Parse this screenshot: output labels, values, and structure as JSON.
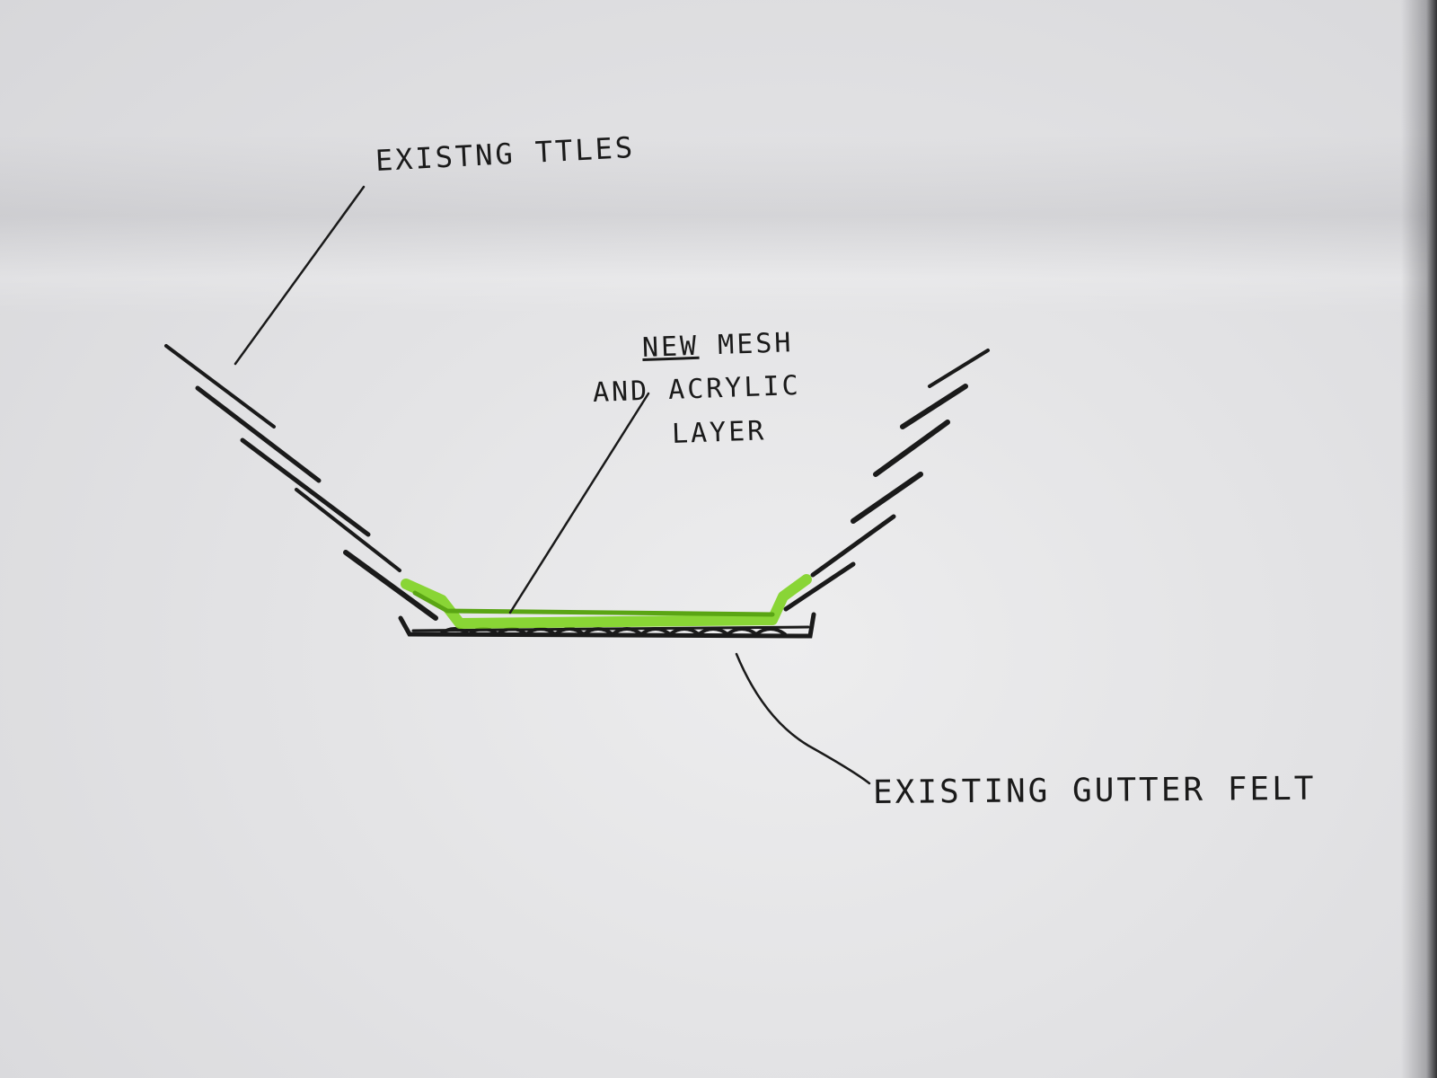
{
  "labels": {
    "existing_tiles": "EXISTNG TTLES",
    "mesh_line1_underlined": "NEW",
    "mesh_line1_rest": " MESH",
    "mesh_line2": "AND ACRYLIC",
    "mesh_line3": "LAYER",
    "existing_felt": "EXISTING GUTTER FELT"
  },
  "colors": {
    "pencil": "#1a1a1a",
    "mesh_green": "#7ed321",
    "paper": "#e8e8ea"
  }
}
